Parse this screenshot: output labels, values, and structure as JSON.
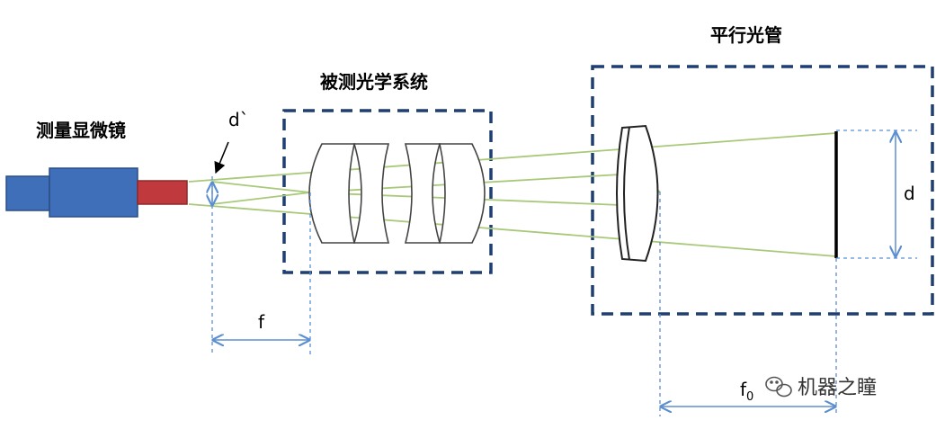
{
  "labels": {
    "microscope": "测量显微镜",
    "system_under_test": "被测光学系统",
    "collimator": "平行光管",
    "d_prime": "d`",
    "f": "f",
    "d": "d",
    "f0_base": "f",
    "f0_sub": "0"
  },
  "watermark": {
    "text": "机器之瞳",
    "icon": "wechat-icon"
  },
  "colors": {
    "dashed_box": "#1f3e72",
    "microscope_body": "#3e6fb8",
    "microscope_tip": "#c0393d",
    "ray": "#a9c97a",
    "dimension": "#5b8fd1",
    "lens": "#444444"
  }
}
